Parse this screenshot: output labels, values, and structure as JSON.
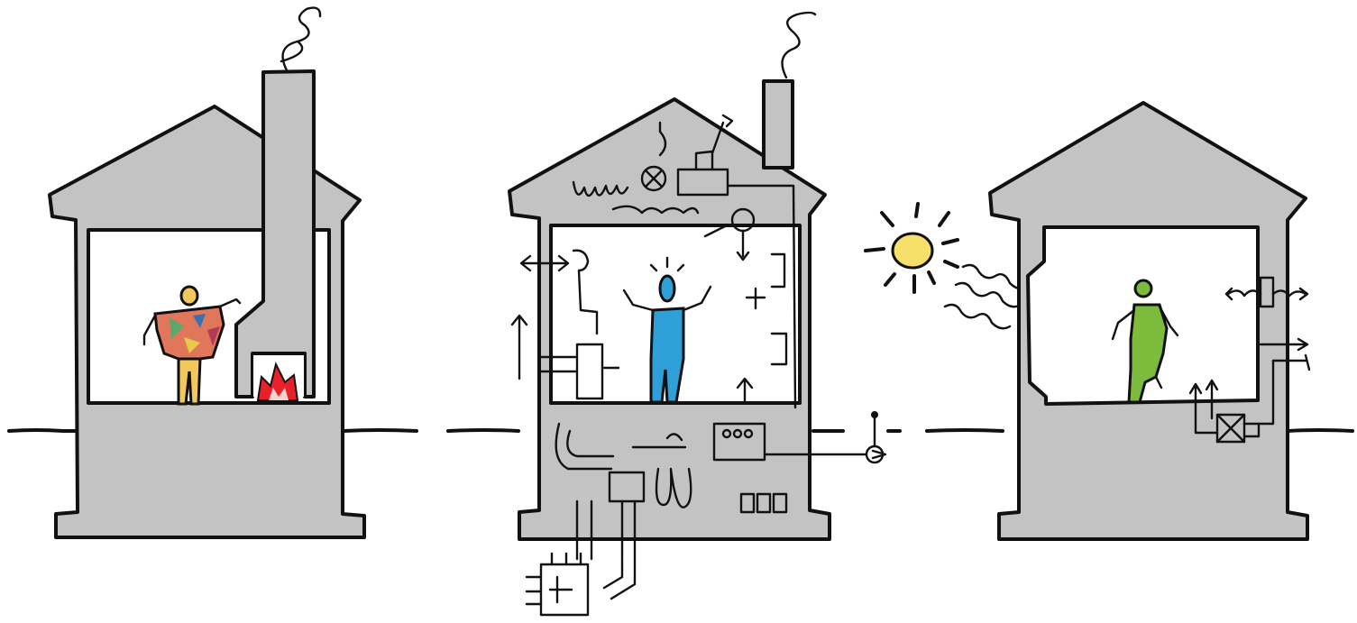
{
  "colors": {
    "ink": "#111111",
    "wall": "#c3c3c3",
    "room": "#ffffff",
    "person_left_shirt": "#e0765a",
    "person_left_legs": "#f2c75c",
    "person_middle": "#2f9fd8",
    "person_right": "#7dbb3c",
    "sun": "#f6e06a",
    "fire_outer": "#e8202a",
    "fire_inner": "#f7d3cf"
  },
  "scenes": [
    {
      "id": "fireplace-house",
      "person": "person-orange-icon",
      "heat_source": "fireplace-icon"
    },
    {
      "id": "mechanical-house",
      "person": "person-blue-icon",
      "heat_source": "hvac-equipment-icon"
    },
    {
      "id": "passive-solar-house",
      "person": "person-green-icon",
      "heat_source": "sun-icon"
    }
  ]
}
